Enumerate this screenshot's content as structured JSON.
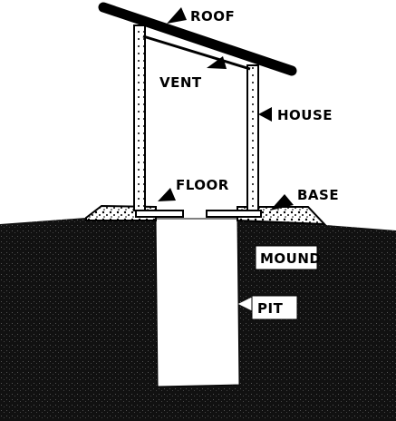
{
  "diagram": {
    "labels": {
      "roof": "ROOF",
      "vent": "VENT",
      "house": "HOUSE",
      "floor": "FLOOR",
      "base": "BASE",
      "mound": "MOUND",
      "pit": "PIT"
    },
    "colors": {
      "ink": "#000000",
      "paper": "#ffffff",
      "soil": "#111111"
    }
  }
}
